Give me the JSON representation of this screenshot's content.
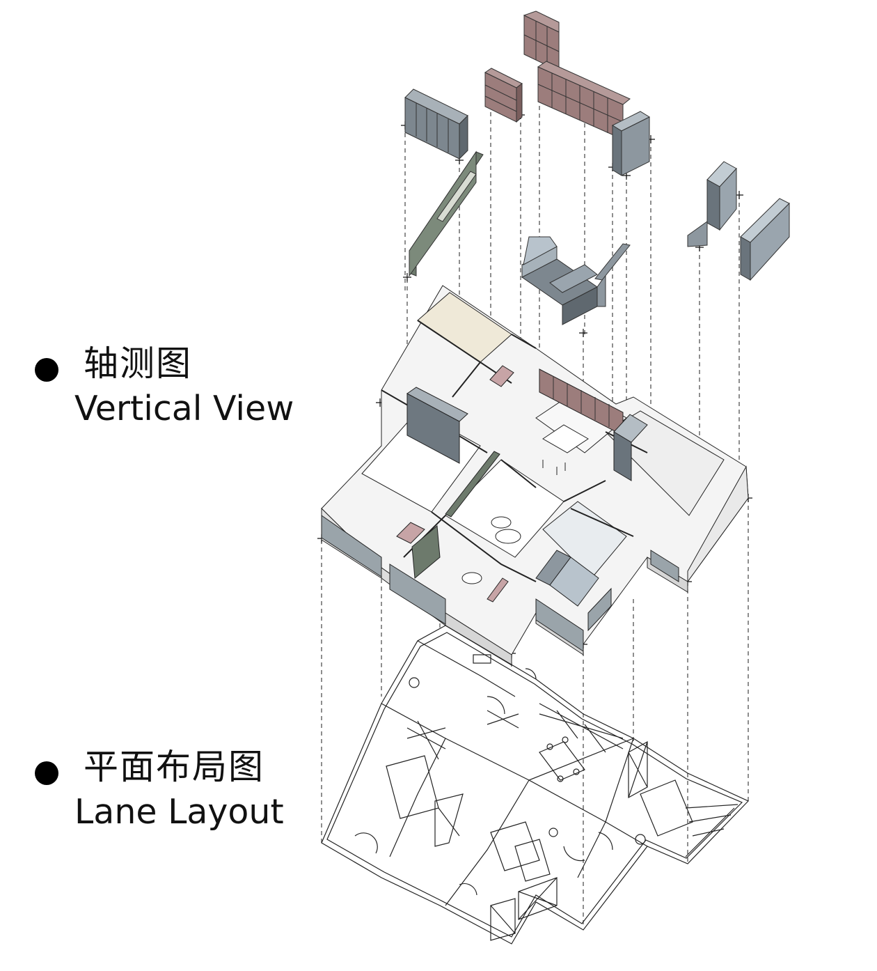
{
  "labels": {
    "axonometric": {
      "cn": "轴测图",
      "en": "Vertical View"
    },
    "plan": {
      "cn": "平面布局图",
      "en": "Lane Layout"
    }
  },
  "colors": {
    "cabinet_grey": "#8d979f",
    "cabinet_grey_dark": "#5f686f",
    "cabinet_pink": "#9c7d7c",
    "cabinet_pink_dark": "#7a5e5d",
    "partition_green": "#6d7a6c",
    "wall_white": "#f2f2f2",
    "wall_side": "#d8d8d8",
    "bed_blue": "#b8c3cc",
    "line_black": "#111111",
    "dash_grey": "#444444"
  }
}
